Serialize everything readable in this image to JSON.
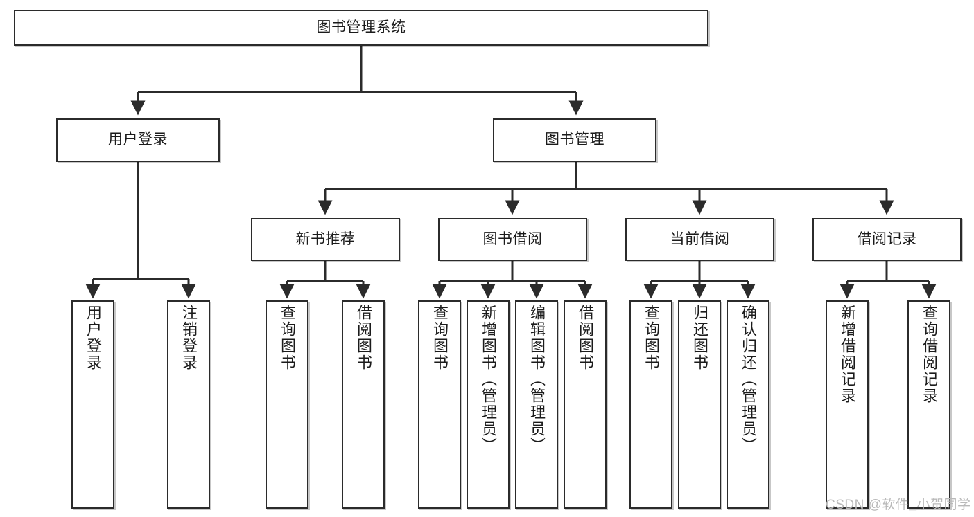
{
  "diagram": {
    "type": "tree-hierarchy",
    "title": "图书管理系统",
    "watermark": "CSDN @软件_小贺同学",
    "colors": {
      "node_border": "#2b2b2b",
      "node_fill": "#ffffff",
      "edge": "#2b2b2b",
      "text": "#1b1b1b",
      "watermark": "#b9b9b9",
      "background": "#ffffff"
    },
    "root": {
      "id": "root",
      "label": "图书管理系统"
    },
    "level2": [
      {
        "id": "user-login",
        "label": "用户登录"
      },
      {
        "id": "book-management",
        "label": "图书管理"
      }
    ],
    "level3": [
      {
        "id": "new-book-recommend",
        "label": "新书推荐",
        "parent": "book-management"
      },
      {
        "id": "book-borrow",
        "label": "图书借阅",
        "parent": "book-management"
      },
      {
        "id": "current-borrow",
        "label": "当前借阅",
        "parent": "book-management"
      },
      {
        "id": "borrow-record",
        "label": "借阅记录",
        "parent": "book-management"
      }
    ],
    "leaves": {
      "user_login": [
        {
          "id": "leaf-user-login",
          "label": "用户登录"
        },
        {
          "id": "leaf-logout",
          "label": "注销登录"
        }
      ],
      "new_book_recommend": [
        {
          "id": "leaf-query-book-1",
          "label": "查询图书"
        },
        {
          "id": "leaf-borrow-book-1",
          "label": "借阅图书"
        }
      ],
      "book_borrow": [
        {
          "id": "leaf-query-book-2",
          "label": "查询图书"
        },
        {
          "id": "leaf-add-book",
          "label": "新增图书（管理员）"
        },
        {
          "id": "leaf-edit-book",
          "label": "编辑图书（管理员）"
        },
        {
          "id": "leaf-borrow-book-2",
          "label": "借阅图书"
        }
      ],
      "current_borrow": [
        {
          "id": "leaf-query-book-3",
          "label": "查询图书"
        },
        {
          "id": "leaf-return-book",
          "label": "归还图书"
        },
        {
          "id": "leaf-confirm-return",
          "label": "确认归还（管理员）"
        }
      ],
      "borrow_record": [
        {
          "id": "leaf-add-record",
          "label": "新增借阅记录"
        },
        {
          "id": "leaf-query-record",
          "label": "查询借阅记录"
        }
      ]
    }
  }
}
